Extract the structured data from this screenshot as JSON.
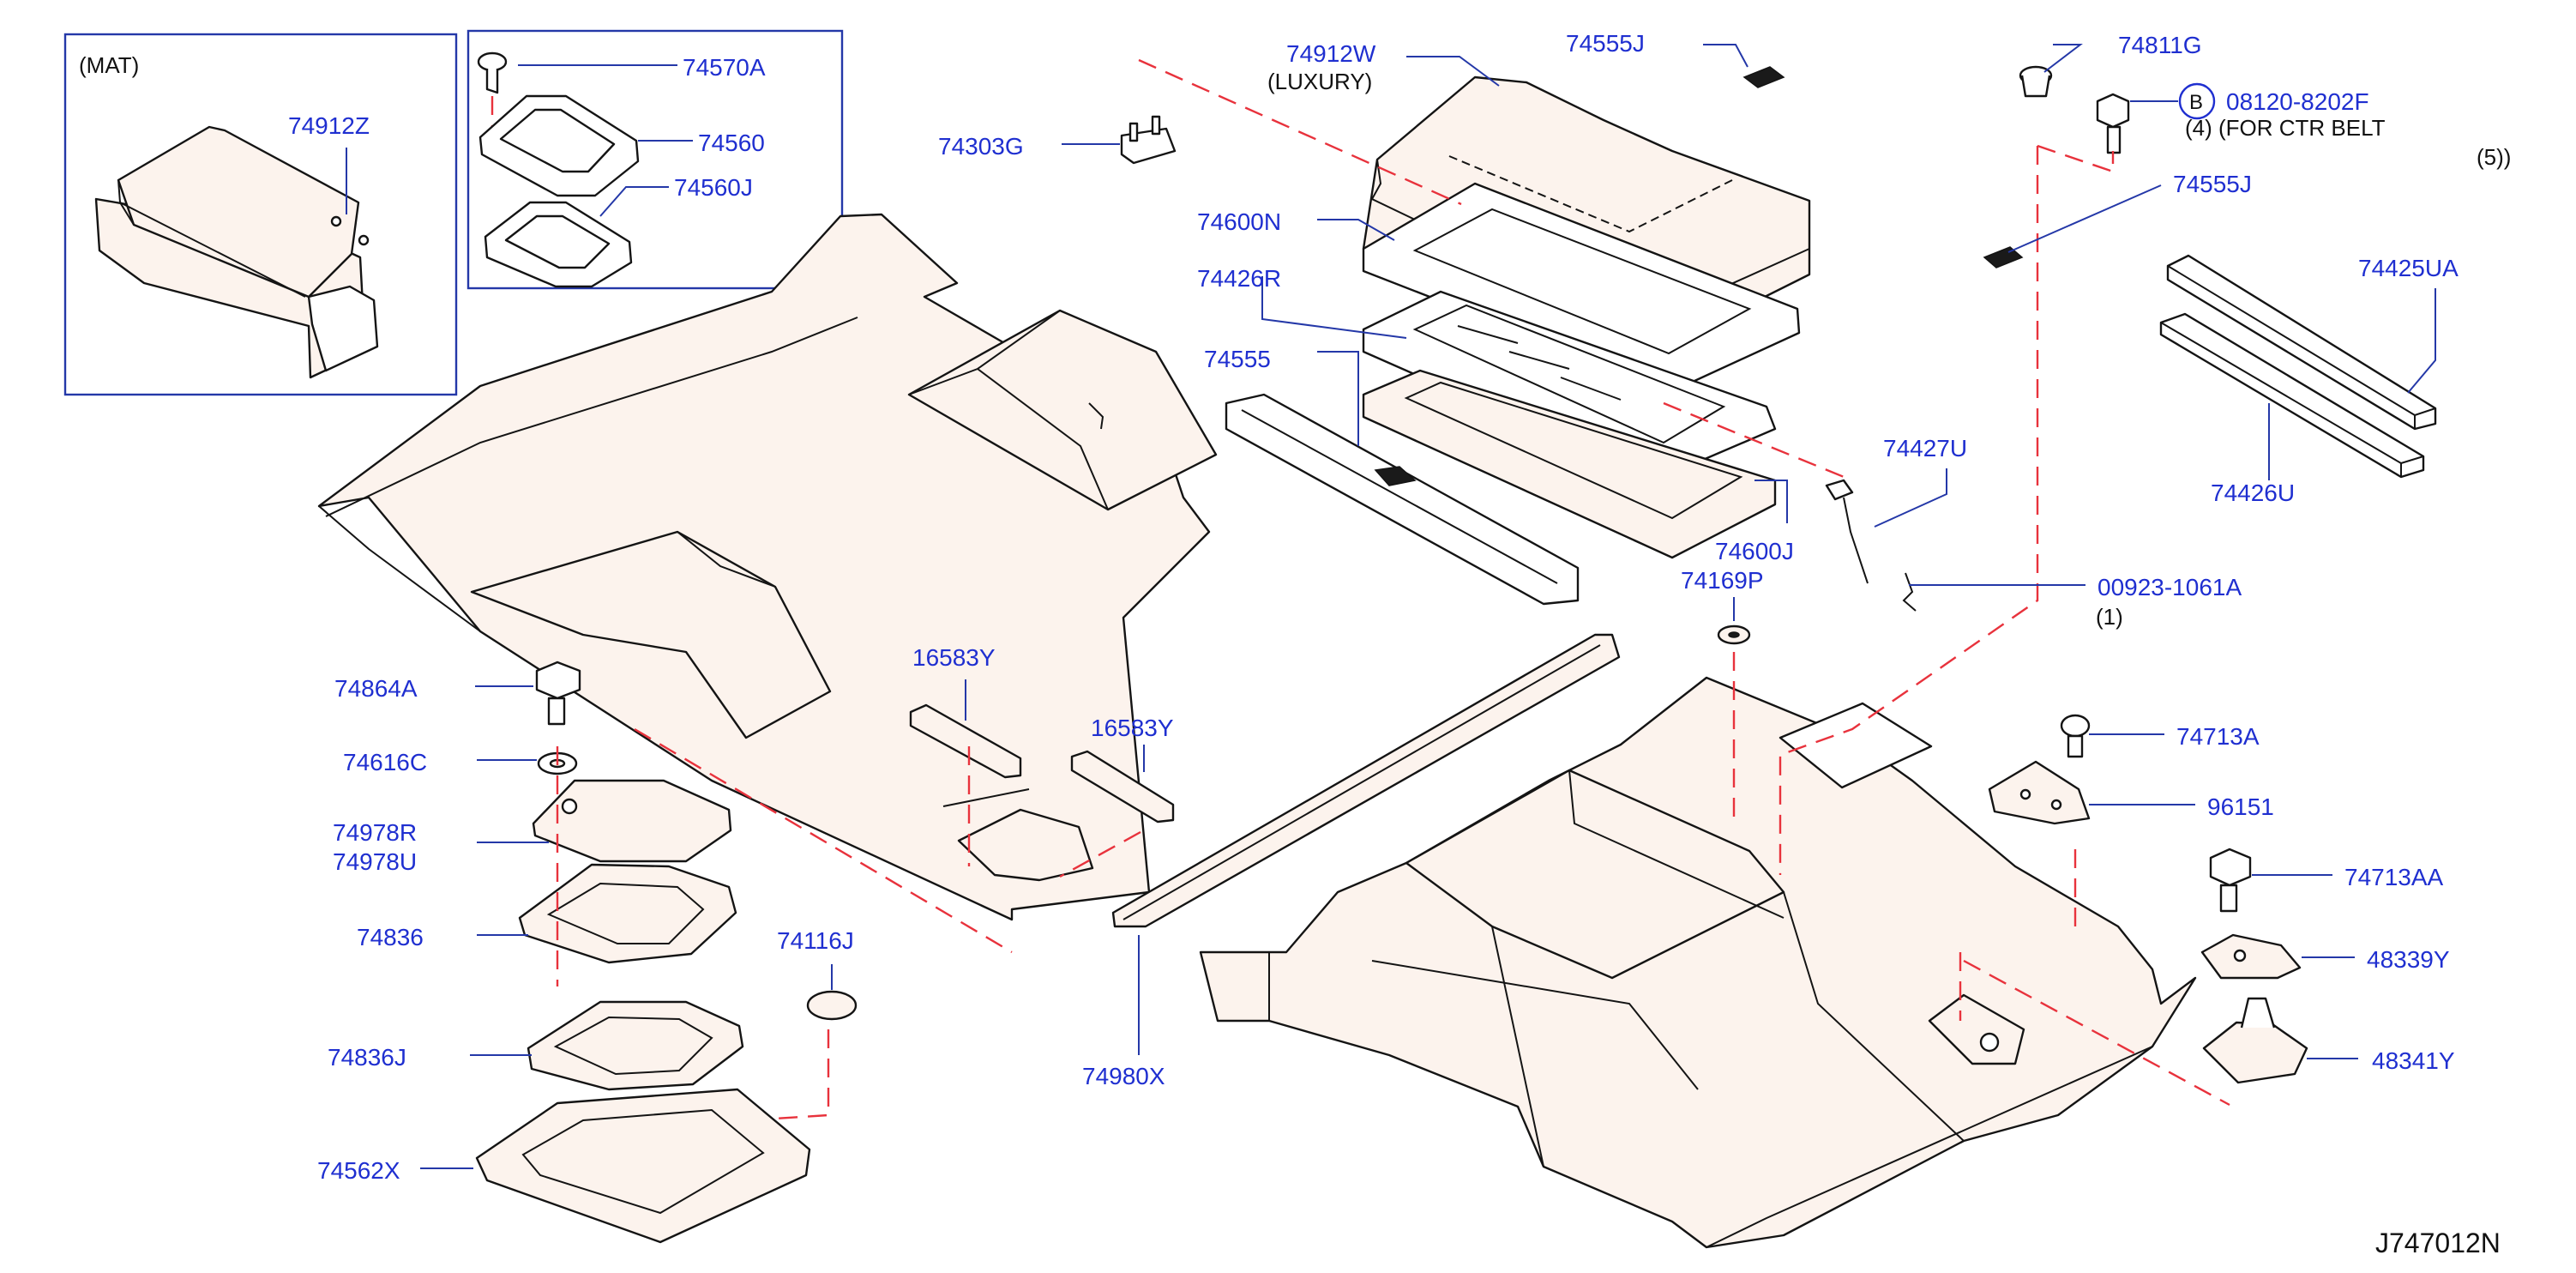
{
  "diagram": {
    "code": "J747012N",
    "inset_mat": {
      "title": "(MAT)",
      "part": "74912Z"
    },
    "inset_cover": {
      "parts": [
        "74570A",
        "74560",
        "74560J"
      ]
    },
    "labels": {
      "p74912W": "74912W",
      "p74912W_note": "(LUXURY)",
      "p74555J_top": "74555J",
      "p74303G": "74303G",
      "p74600N": "74600N",
      "p74426R": "74426R",
      "p74555": "74555",
      "p74811G": "74811G",
      "p08120": "08120-8202F",
      "p08120_marker": "B",
      "p08120_note1": "(4)     (FOR     CTR     BELT",
      "p08120_note2": "(5))",
      "p74555J_right": "74555J",
      "p74425UA": "74425UA",
      "p74426U": "74426U",
      "p74427U": "74427U",
      "p74600J": "74600J",
      "p74169P": "74169P",
      "p00923": "00923-1061A",
      "p00923_note": "(1)",
      "p74864A": "74864A",
      "p74616C": "74616C",
      "p74978R": "74978R",
      "p74978U": "74978U",
      "p74836": "74836",
      "p74836J": "74836J",
      "p74562X": "74562X",
      "p74116J": "74116J",
      "p16583Y_a": "16583Y",
      "p16583Y_b": "16583Y",
      "p74980X": "74980X",
      "p74713A": "74713A",
      "p96151": "96151",
      "p74713AA": "74713AA",
      "p48339Y": "48339Y",
      "p48341Y": "48341Y"
    }
  }
}
